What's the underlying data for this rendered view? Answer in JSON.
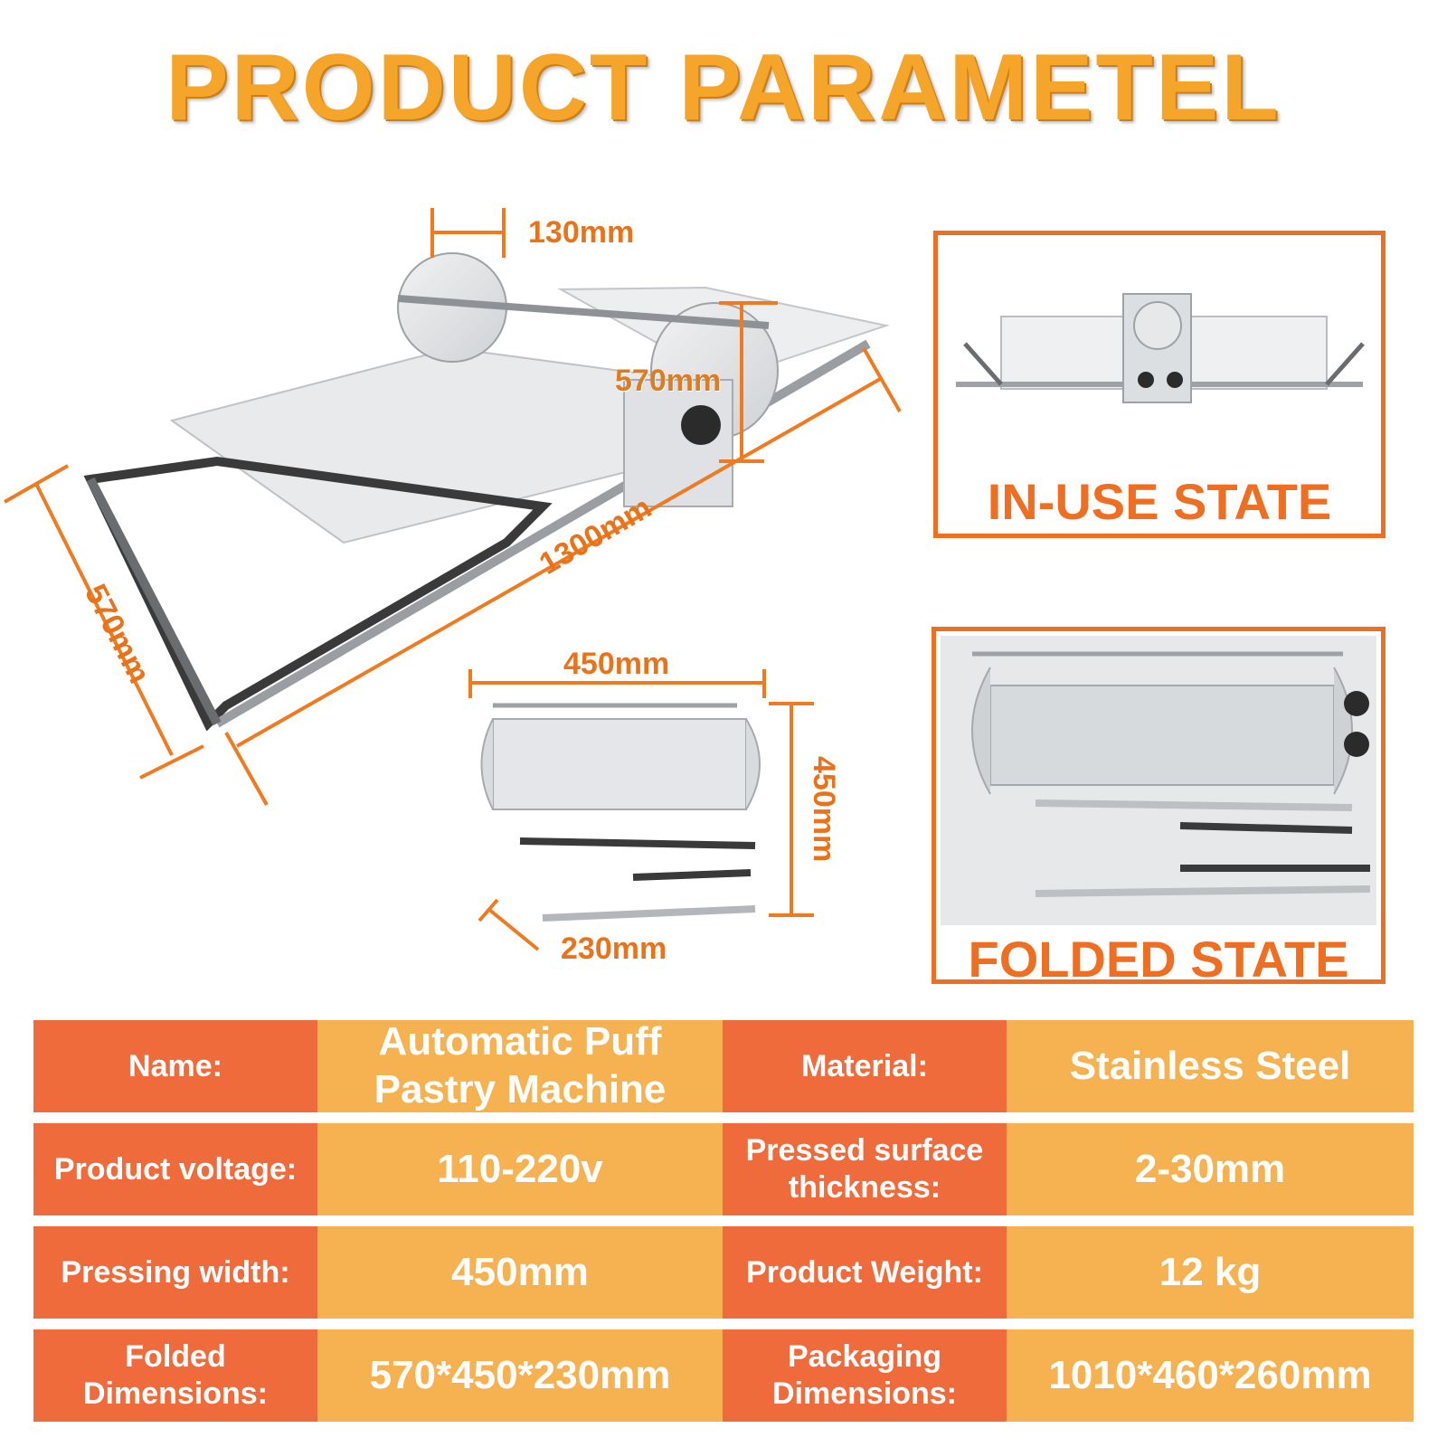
{
  "title": "PRODUCT PARAMETEL",
  "dimensions": {
    "top_width": "130mm",
    "height": "570mm",
    "length": "1300mm",
    "side": "570mm",
    "folded_width": "450mm",
    "folded_height": "450mm",
    "folded_depth": "230mm"
  },
  "states": {
    "in_use": "IN-USE STATE",
    "folded": "FOLDED STATE"
  },
  "specs": [
    {
      "label1": "Name:",
      "value1": "Automatic Puff Pastry Machine",
      "label2": "Material:",
      "value2": "Stainless Steel"
    },
    {
      "label1": "Product voltage:",
      "value1": "110-220v",
      "label2": "Pressed surface thickness:",
      "value2": "2-30mm"
    },
    {
      "label1": "Pressing width:",
      "value1": "450mm",
      "label2": "Product Weight:",
      "value2": "12 kg"
    },
    {
      "label1": "Folded Dimensions:",
      "value1": "570*450*230mm",
      "label2": "Packaging Dimensions:",
      "value2": "1010*460*260mm"
    }
  ],
  "colors": {
    "accent": "#ee6f22",
    "title": "#f5a62a",
    "label_cell": "#f06b3b",
    "value_cell": "#f6b150"
  }
}
